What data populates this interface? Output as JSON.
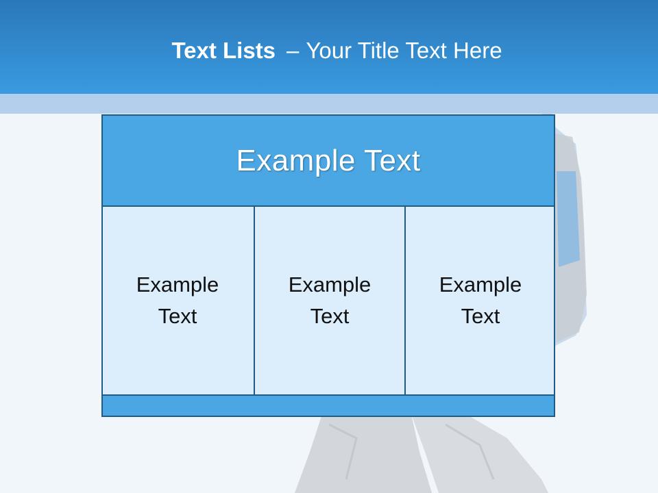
{
  "slide": {
    "title_bold": "Text Lists",
    "title_separator": "–",
    "title_rest": "Your Title Text Here"
  },
  "panel": {
    "header": "Example Text",
    "columns": [
      {
        "text": "Example Text"
      },
      {
        "text": "Example Text"
      },
      {
        "text": "Example Text"
      }
    ]
  },
  "background": {
    "picture": "person-with-backpack",
    "header_color": "#3a9ae0",
    "strip_color": "#b4cfec",
    "panel_header_color": "#4ba7e3",
    "panel_body_color": "#dcedfb",
    "border_color": "#1f5b83"
  }
}
